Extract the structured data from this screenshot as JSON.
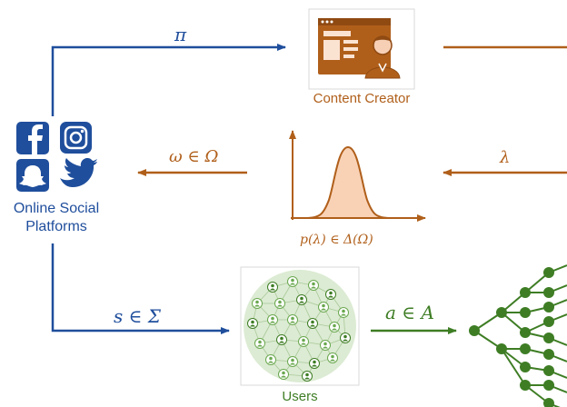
{
  "platforms": {
    "label_line1": "Online Social",
    "label_line2": "Platforms"
  },
  "creator": {
    "label": "Content Creator"
  },
  "users": {
    "label": "Users"
  },
  "edges": {
    "policy": "π",
    "omega": "ω ∈ Ω",
    "lambda": "λ",
    "signal": "s ∈ Σ",
    "action": "a ∈ A"
  },
  "distribution": {
    "label": "p(λ) ∈ Δ(Ω)"
  },
  "icons": [
    "facebook-icon",
    "instagram-icon",
    "snapchat-icon",
    "twitter-icon",
    "creator-icon",
    "bell-curve-icon",
    "user-network-icon",
    "tree-graph-icon"
  ],
  "colors": {
    "blue": "#1f4e9c",
    "brown": "#b05f1a",
    "green": "#3e7d24",
    "peach": "#f9d2b6"
  }
}
